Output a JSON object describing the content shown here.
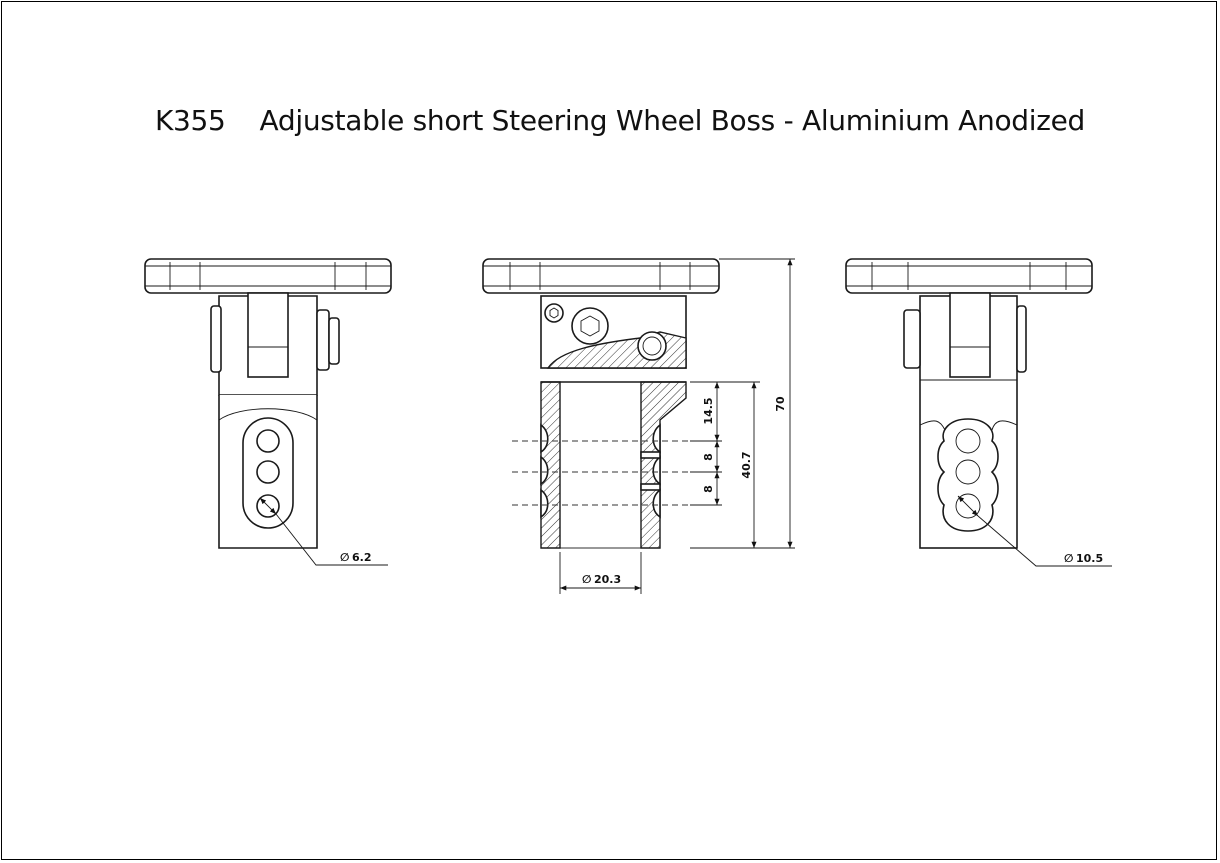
{
  "title": {
    "code": "K355",
    "text": "Adjustable short Steering Wheel Boss - Aluminium Anodized"
  },
  "dimensions": {
    "left_hole_diameter": "6.2",
    "bore_diameter": "20.3",
    "right_hole_diameter": "10.5",
    "overall_height": "70",
    "body_height": "40.7",
    "offset_top": "14.5",
    "pitch_1": "8",
    "pitch_2": "8"
  },
  "symbols": {
    "diameter": "∅"
  }
}
